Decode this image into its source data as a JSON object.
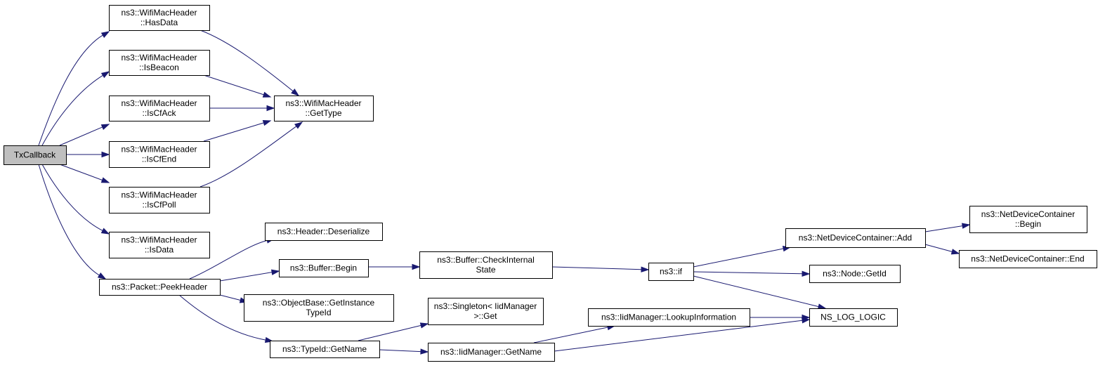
{
  "graph": {
    "nodes": [
      {
        "id": "txcallback",
        "lines": [
          "TxCallback"
        ]
      },
      {
        "id": "hasdata",
        "lines": [
          "ns3::WifiMacHeader",
          "::HasData"
        ]
      },
      {
        "id": "isbeacon",
        "lines": [
          "ns3::WifiMacHeader",
          "::IsBeacon"
        ]
      },
      {
        "id": "iscfack",
        "lines": [
          "ns3::WifiMacHeader",
          "::IsCfAck"
        ]
      },
      {
        "id": "iscfend",
        "lines": [
          "ns3::WifiMacHeader",
          "::IsCfEnd"
        ]
      },
      {
        "id": "iscfpoll",
        "lines": [
          "ns3::WifiMacHeader",
          "::IsCfPoll"
        ]
      },
      {
        "id": "isdata",
        "lines": [
          "ns3::WifiMacHeader",
          "::IsData"
        ]
      },
      {
        "id": "gettype",
        "lines": [
          "ns3::WifiMacHeader",
          "::GetType"
        ]
      },
      {
        "id": "peekheader",
        "lines": [
          "ns3::Packet::PeekHeader"
        ]
      },
      {
        "id": "deserialize",
        "lines": [
          "ns3::Header::Deserialize"
        ]
      },
      {
        "id": "bufferbegin",
        "lines": [
          "ns3::Buffer::Begin"
        ]
      },
      {
        "id": "getinstancetypeid",
        "lines": [
          "ns3::ObjectBase::GetInstance",
          "TypeId"
        ]
      },
      {
        "id": "typeidgetname",
        "lines": [
          "ns3::TypeId::GetName"
        ]
      },
      {
        "id": "checkinternal",
        "lines": [
          "ns3::Buffer::CheckInternal",
          "State"
        ]
      },
      {
        "id": "singletonget",
        "lines": [
          "ns3::Singleton< IidManager",
          " >::Get"
        ]
      },
      {
        "id": "iidgetname",
        "lines": [
          "ns3::IidManager::GetName"
        ]
      },
      {
        "id": "lookupinfo",
        "lines": [
          "ns3::IidManager::LookupInformation"
        ]
      },
      {
        "id": "nsif",
        "lines": [
          "ns3::if"
        ]
      },
      {
        "id": "ndcadd",
        "lines": [
          "ns3::NetDeviceContainer::Add"
        ]
      },
      {
        "id": "nodegetid",
        "lines": [
          "ns3::Node::GetId"
        ]
      },
      {
        "id": "nslog",
        "lines": [
          "NS_LOG_LOGIC"
        ]
      },
      {
        "id": "ndcbegin",
        "lines": [
          "ns3::NetDeviceContainer",
          "::Begin"
        ]
      },
      {
        "id": "ndcend",
        "lines": [
          "ns3::NetDeviceContainer::End"
        ]
      }
    ]
  }
}
